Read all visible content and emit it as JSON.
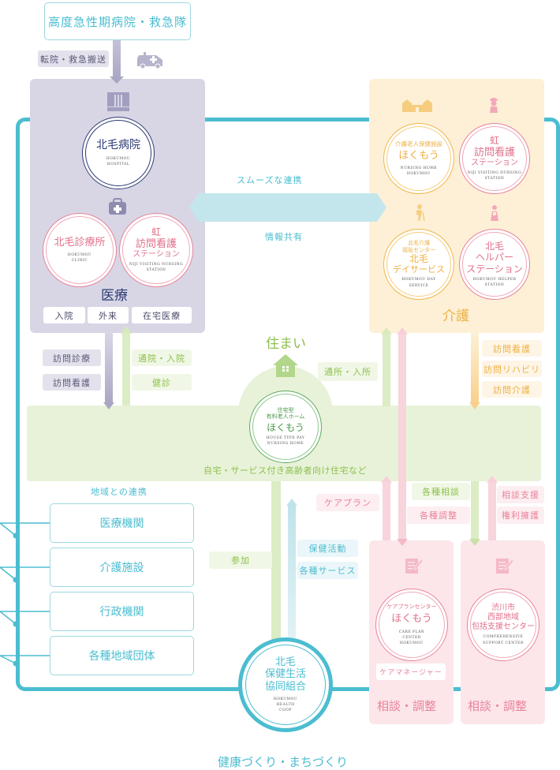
{
  "top": {
    "box_label": "高度急性期病院・救急隊",
    "transfer_label": "転院・救急搬送"
  },
  "medical": {
    "title": "医療",
    "hospital": {
      "name": "北毛病院",
      "en": "HOKUMOU HOSPITAL"
    },
    "clinic": {
      "name": "北毛診療所",
      "en": "HOKUMOU CLINIC"
    },
    "nursing_station": {
      "name_line1": "虹",
      "name_line2": "訪問看護",
      "name_line3": "ステーション",
      "en": "NIJI VISITING NURSING STATION"
    },
    "tags": [
      "入院",
      "外来",
      "在宅医療"
    ],
    "down_labels": [
      "訪問診療",
      "訪問看護"
    ],
    "up_labels": [
      "通院・入院",
      "健診"
    ]
  },
  "link": {
    "top_label": "スムーズな連携",
    "bottom_label": "情報共有"
  },
  "care": {
    "title": "介護",
    "nursing_home": {
      "line1": "介護老人保健施設",
      "line2": "ほくもう",
      "en": "NURSING HOME HOKUMOU"
    },
    "nursing_station": {
      "name_line1": "虹",
      "name_line2": "訪問看護",
      "name_line3": "ステーション",
      "en": "NIJI VISITING NURSING STATION"
    },
    "day_service": {
      "line1": "北毛介護",
      "line2": "福祉センター",
      "line3": "北毛",
      "line4": "デイサービス",
      "en": "HOKUMOU DAY SERVICE"
    },
    "helper_station": {
      "line1": "北毛",
      "line2": "ヘルパー",
      "line3": "ステーション",
      "en": "HOKUMOU HELPER STATION"
    },
    "down_labels": [
      "訪問看護",
      "訪問リハビリ",
      "訪問介護"
    ],
    "up_label": "通所・入所"
  },
  "housing": {
    "title": "住まい",
    "home": {
      "line1": "住宅型",
      "line2": "有料老人ホーム",
      "line3": "ほくもう",
      "en": "HOUSE TYPE PAY NURSING HOME"
    },
    "caption": "自宅・サービス付き高齢者向け住宅など"
  },
  "region": {
    "title": "地域との連携",
    "items": [
      "医療機関",
      "介護施設",
      "行政機関",
      "各種地域団体"
    ]
  },
  "coop": {
    "line1": "北毛",
    "line2": "保健生活",
    "line3": "協同組合",
    "en": "HOKUMOU HEALTH COOP",
    "participate_label": "参加",
    "activity_labels": [
      "保健活動",
      "各種サービス"
    ],
    "footer": "健康づくり・まちづくり"
  },
  "consult": {
    "careplan_label": "ケアプラン",
    "labels_mid": [
      "各種相談",
      "各種調整"
    ],
    "labels_right": [
      "相談支援",
      "権利擁護"
    ],
    "careplan_center": {
      "line1": "ケアプランセンター",
      "line2": "ほくもう",
      "en": "CARE PLAN CENTER HOKUMOU"
    },
    "support_center": {
      "line1": "渋川市",
      "line2": "西部地域",
      "line3": "包括支援センター",
      "en": "COMPREHENSIVE SUPPORT CENTER"
    },
    "care_manager_tag": "ケアマネージャー",
    "panel_title_1": "相談・調整",
    "panel_title_2": "相談・調整"
  },
  "colors": {
    "teal": "#4bbdd0",
    "navy": "#2d3b73",
    "pink": "#e8839a",
    "orange": "#eeb043",
    "green": "#8cc04c",
    "medical_bg": "#d8d6e5",
    "care_bg": "#fdf0d6",
    "housing_bg": "#e8f2d9",
    "consult_bg": "#fce6ea"
  }
}
